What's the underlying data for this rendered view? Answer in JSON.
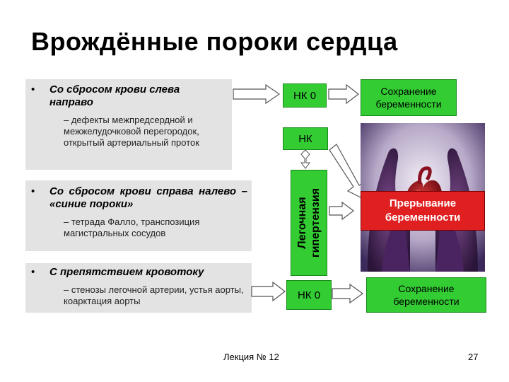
{
  "title": "Врождённые пороки сердца",
  "groups": [
    {
      "bullet": "•",
      "heading": "Со сбросом крови слева направо",
      "detail": "– дефекты межпредсердной и межжелудочковой перегородок, открытый артериальный проток"
    },
    {
      "bullet": "•",
      "heading": "Со сбросом крови справа налево – «синие пороки»",
      "detail": "– тетрада Фалло, транспозиция магистральных сосудов"
    },
    {
      "bullet": "•",
      "heading": "С препятствием кровотоку",
      "detail": "– стенозы легочной артерии, устья аорты, коарктация аорты"
    }
  ],
  "nk_top": "НК 0",
  "nk_mid": "НК",
  "pulmonary_hypertension": "Легочная гипертензия",
  "nk_bottom": "НК 0",
  "outcome_top": "Сохранение беременности",
  "outcome_stop": "Прерывание беременности",
  "outcome_bottom": "Сохранение беременности",
  "footer": "Лекция № 12",
  "page_number": "27",
  "colors": {
    "box_green": "#33cc33",
    "stop_red": "#e02020",
    "panel_gray": "#e3e3e3",
    "arrow_fill": "#ffffff",
    "arrow_stroke": "#555555"
  },
  "image": "heart-in-hands"
}
